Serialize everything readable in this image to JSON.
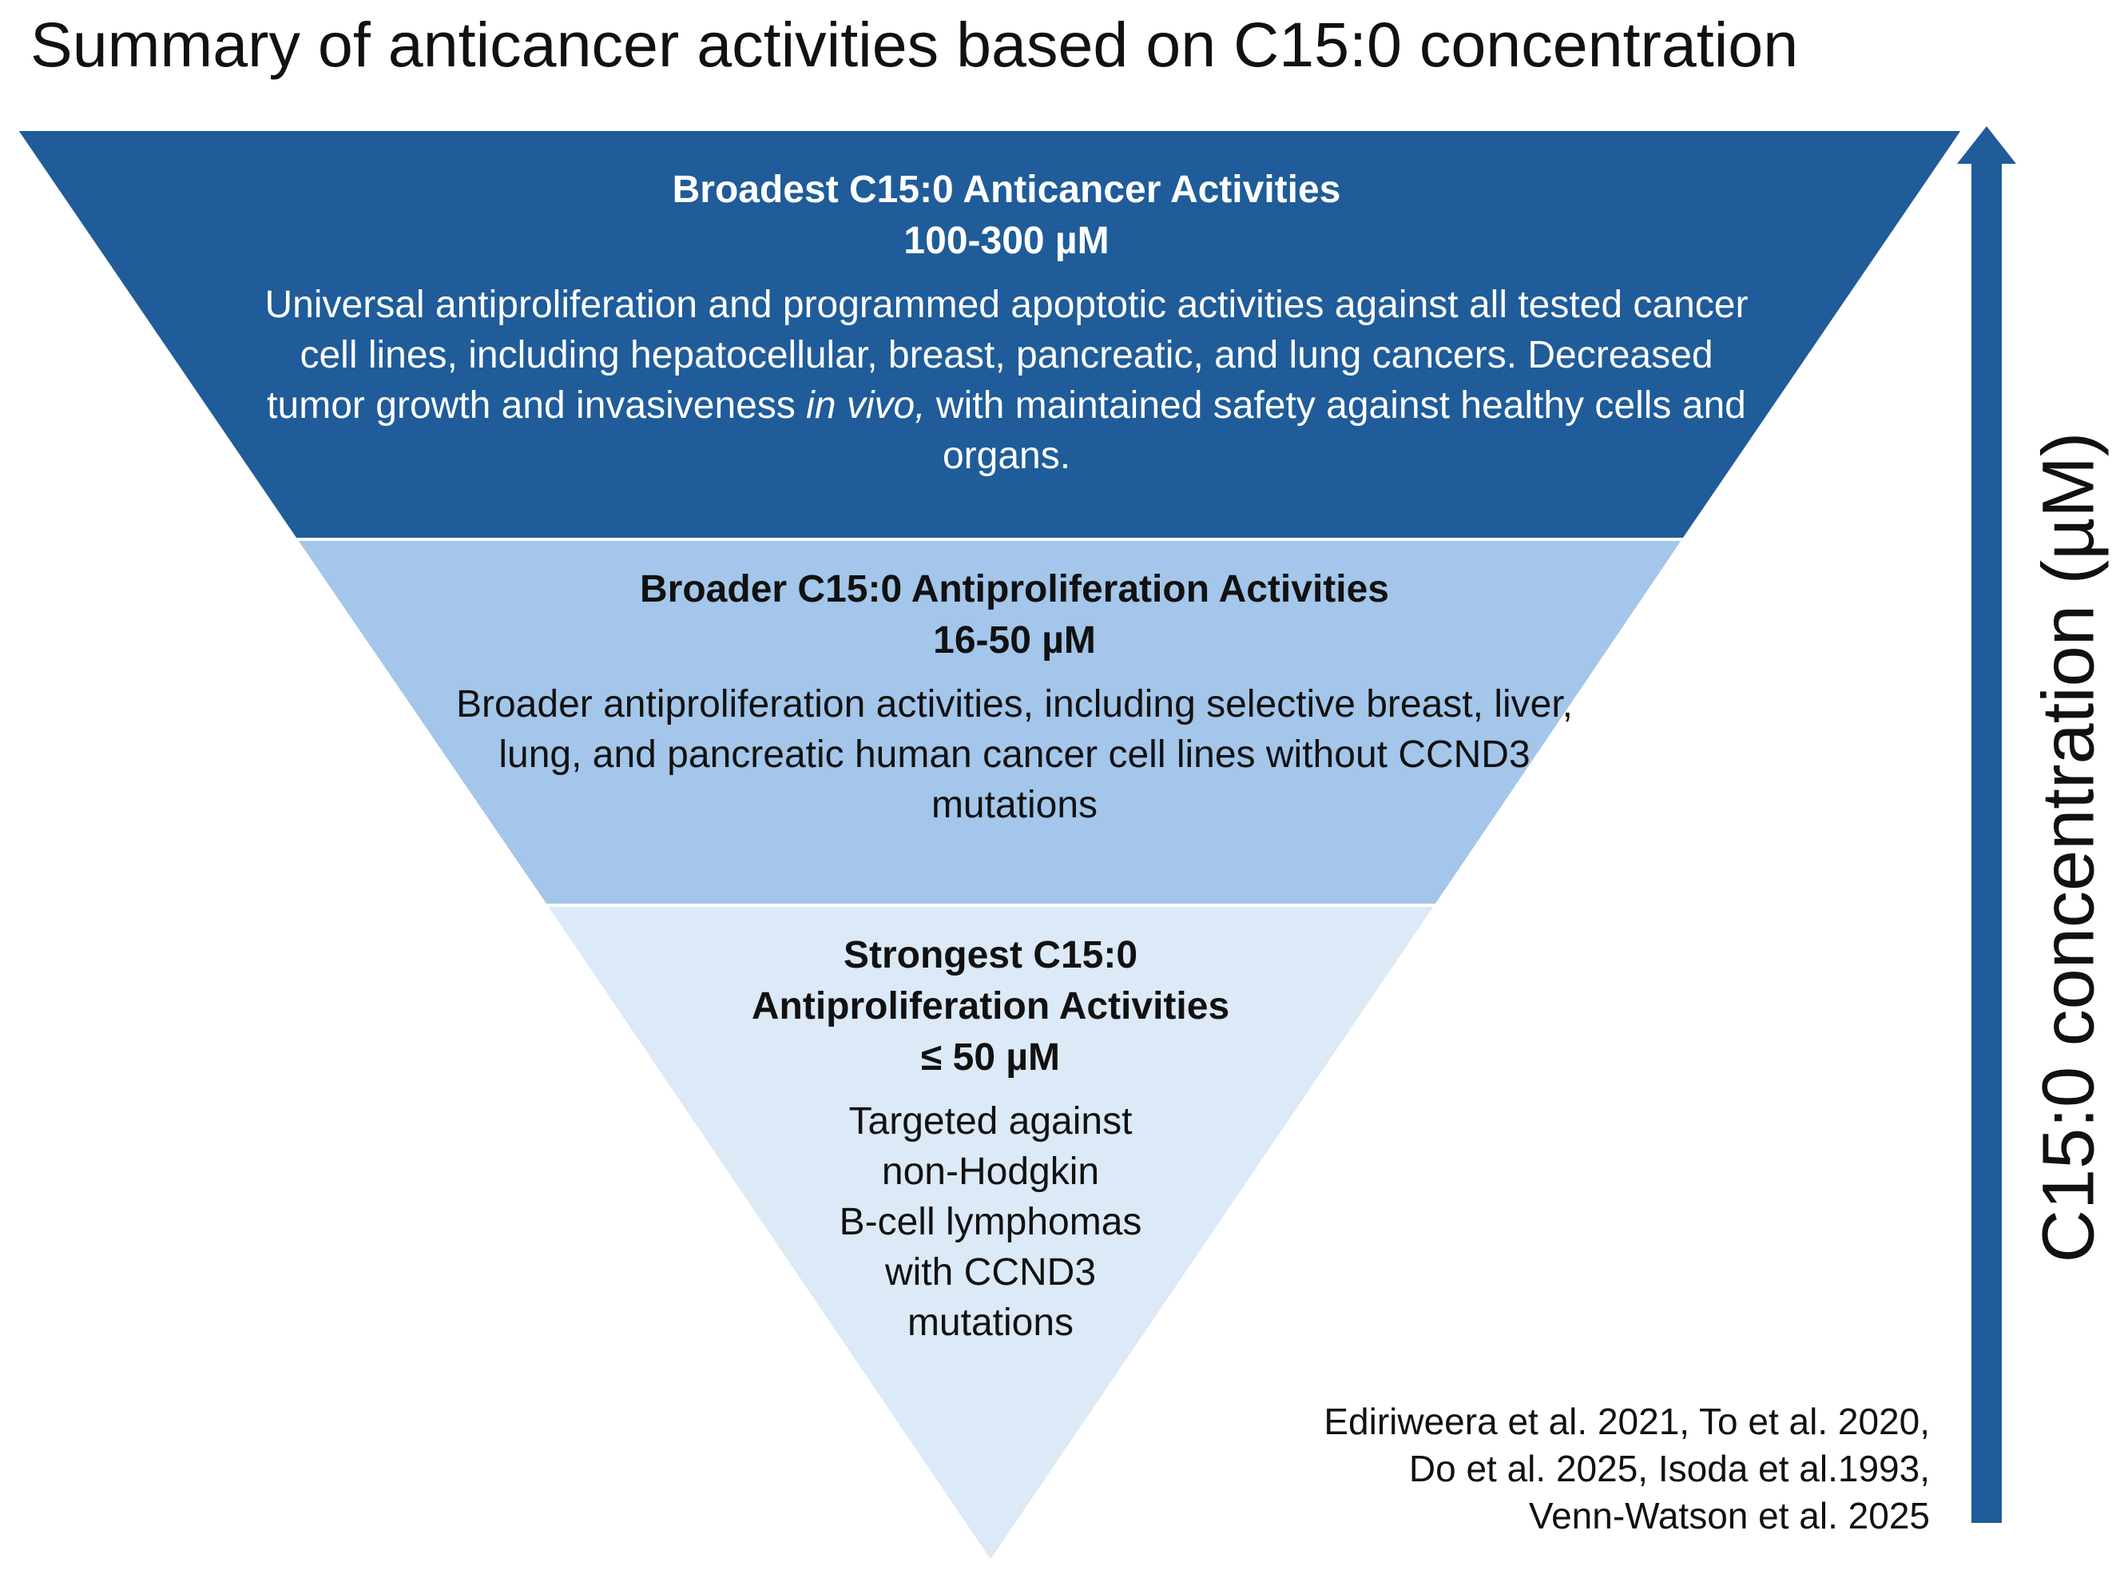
{
  "title": "Summary of anticancer activities based on C15:0 concentration",
  "tiers": [
    {
      "heading": "Broadest C15:0 Anticancer Activities",
      "range": "100-300 µM",
      "desc_before": "Universal antiproliferation and programmed apoptotic activities against all tested cancer cell lines, including hepatocellular, breast, pancreatic, and lung cancers. Decreased tumor growth and invasiveness ",
      "desc_italic": "in vivo,",
      "desc_after": " with maintained safety against healthy cells and organs.",
      "fill": "#1f5c99"
    },
    {
      "heading": "Broader C15:0 Antiproliferation Activities",
      "range": "16-50 µM",
      "desc": "Broader antiproliferation activities, including selective breast, liver, lung, and pancreatic human cancer cell lines without CCND3 mutations",
      "fill": "#a3c6ea"
    },
    {
      "heading_line1": "Strongest C15:0",
      "heading_line2": "Antiproliferation Activities",
      "range": "≤ 50 µM",
      "desc_lines": [
        "Targeted against",
        "non-Hodgkin",
        "B-cell lymphomas",
        "with CCND3",
        "mutations"
      ],
      "fill": "#dce9f6"
    }
  ],
  "axis": {
    "label": "C15:0 concentration (µM)",
    "arrow_color": "#1f5c99"
  },
  "references": [
    "Ediriweera et al. 2021, To et al. 2020,",
    "Do et al. 2025, Isoda et al.1993,",
    "Venn-Watson et al. 2025"
  ]
}
